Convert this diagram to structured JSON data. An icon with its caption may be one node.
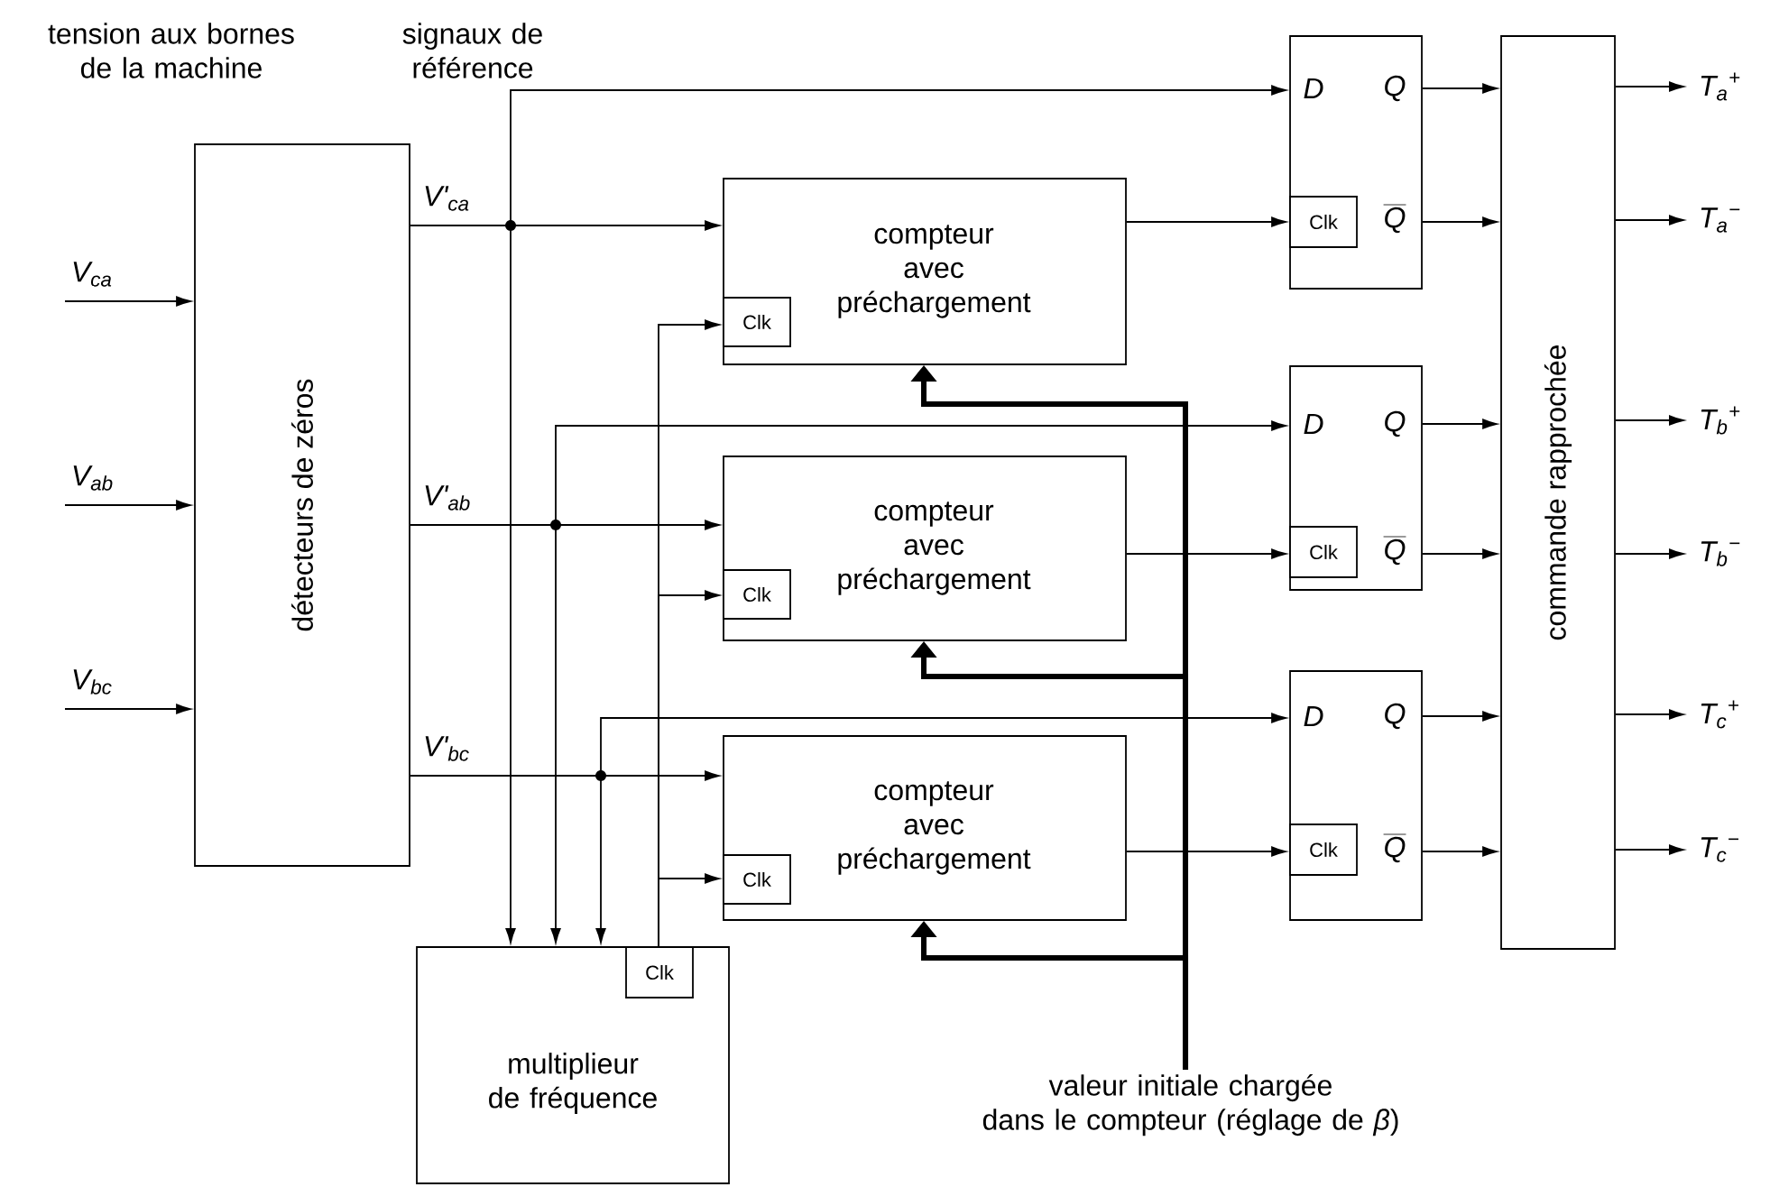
{
  "diagram": {
    "nodes": [
      {
        "text": [
          "détecteurs de zéros"
        ]
      },
      {
        "text": [
          "compteur avec préchargement"
        ]
      },
      {
        "text": [
          "Clk"
        ],
        "in": 1
      },
      {
        "text": [
          "compteur avec préchargement"
        ]
      },
      {
        "text": [
          "Clk"
        ],
        "in": 3
      },
      {
        "text": [
          "compteur avec préchargement"
        ]
      },
      {
        "text": [
          "Clk"
        ],
        "in": 5
      },
      {
        "text": [
          "multiplieur de fréquence"
        ]
      },
      {
        "text": [
          "Clk"
        ],
        "in": 7
      },
      {
        "text": [
          "D",
          "Q",
          "Q"
        ]
      },
      {
        "text": [
          "Clk"
        ],
        "in": 9
      },
      {
        "text": [
          "D",
          "Q",
          "Q"
        ]
      },
      {
        "text": [
          "Clk"
        ],
        "in": 11
      },
      {
        "text": [
          "D",
          "Q",
          "Q"
        ]
      },
      {
        "text": [
          "Clk"
        ],
        "in": 13
      },
      {
        "text": [
          "commande rapprochée"
        ]
      },
      {
        "text": [
          "valeur initiale chargée dans le compteur (réglage de *β*)"
        ]
      }
    ],
    "edges": [
      {
        "from": null,
        "to": 0,
        "arrow": "to",
        "label": "V$_{ca}$"
      },
      {
        "from": null,
        "to": 0,
        "arrow": "to",
        "label": "V$_{ab}$"
      },
      {
        "from": null,
        "to": 0,
        "arrow": "to",
        "label": "V$_{bc}$"
      },
      {
        "from": 0,
        "to": 1,
        "arrow": "to",
        "label": "V'$_{ca}$"
      },
      {
        "from": 0,
        "to": 9,
        "arrow": "to"
      },
      {
        "from": 0,
        "to": 7,
        "arrow": "to"
      },
      {
        "from": 0,
        "to": 3,
        "arrow": "to",
        "label": "V'$_{ab}$"
      },
      {
        "from": 0,
        "to": 11,
        "arrow": "to"
      },
      {
        "from": 0,
        "to": 7,
        "arrow": "to"
      },
      {
        "from": 0,
        "to": 5,
        "arrow": "to",
        "label": "V'$_{bc}$"
      },
      {
        "from": 0,
        "to": 13,
        "arrow": "to"
      },
      {
        "from": 0,
        "to": 7,
        "arrow": "to"
      },
      {
        "from": 8,
        "to": 2,
        "arrow": "to"
      },
      {
        "from": 8,
        "to": 4,
        "arrow": "to"
      },
      {
        "from": 8,
        "to": 6,
        "arrow": "to"
      },
      {
        "from": 1,
        "to": 10,
        "arrow": "to"
      },
      {
        "from": 3,
        "to": 12,
        "arrow": "to"
      },
      {
        "from": 5,
        "to": 14,
        "arrow": "to"
      },
      {
        "from": 9,
        "to": 15,
        "arrow": "to"
      },
      {
        "from": 9,
        "to": 15,
        "arrow": "to"
      },
      {
        "from": 11,
        "to": 15,
        "arrow": "to"
      },
      {
        "from": 11,
        "to": 15,
        "arrow": "to"
      },
      {
        "from": 13,
        "to": 15,
        "arrow": "to"
      },
      {
        "from": 13,
        "to": 15,
        "arrow": "to"
      },
      {
        "from": 15,
        "to": null,
        "arrow": "to",
        "label": "T$_{a}$$^{+}$"
      },
      {
        "from": 15,
        "to": null,
        "arrow": "to",
        "label": "T$_{a}$$^{−}$"
      },
      {
        "from": 15,
        "to": null,
        "arrow": "to",
        "label": "T$_{b}$$^{+}$"
      },
      {
        "from": 15,
        "to": null,
        "arrow": "to",
        "label": "T$_{b}$$^{−}$"
      },
      {
        "from": 15,
        "to": null,
        "arrow": "to",
        "label": "T$_{c}$$^{+}$"
      },
      {
        "from": 15,
        "to": null,
        "arrow": "to",
        "label": "T$_{c}$$^{−}$"
      },
      {
        "from": 16,
        "to": 1,
        "arrow": "to",
        "style": "thick"
      },
      {
        "from": 16,
        "to": 3,
        "arrow": "to",
        "style": "thick"
      },
      {
        "from": 16,
        "to": 5,
        "arrow": "to",
        "style": "thick"
      }
    ],
    "labels": [
      "tension aux bornes de la machine",
      "signaux de référence"
    ]
  }
}
